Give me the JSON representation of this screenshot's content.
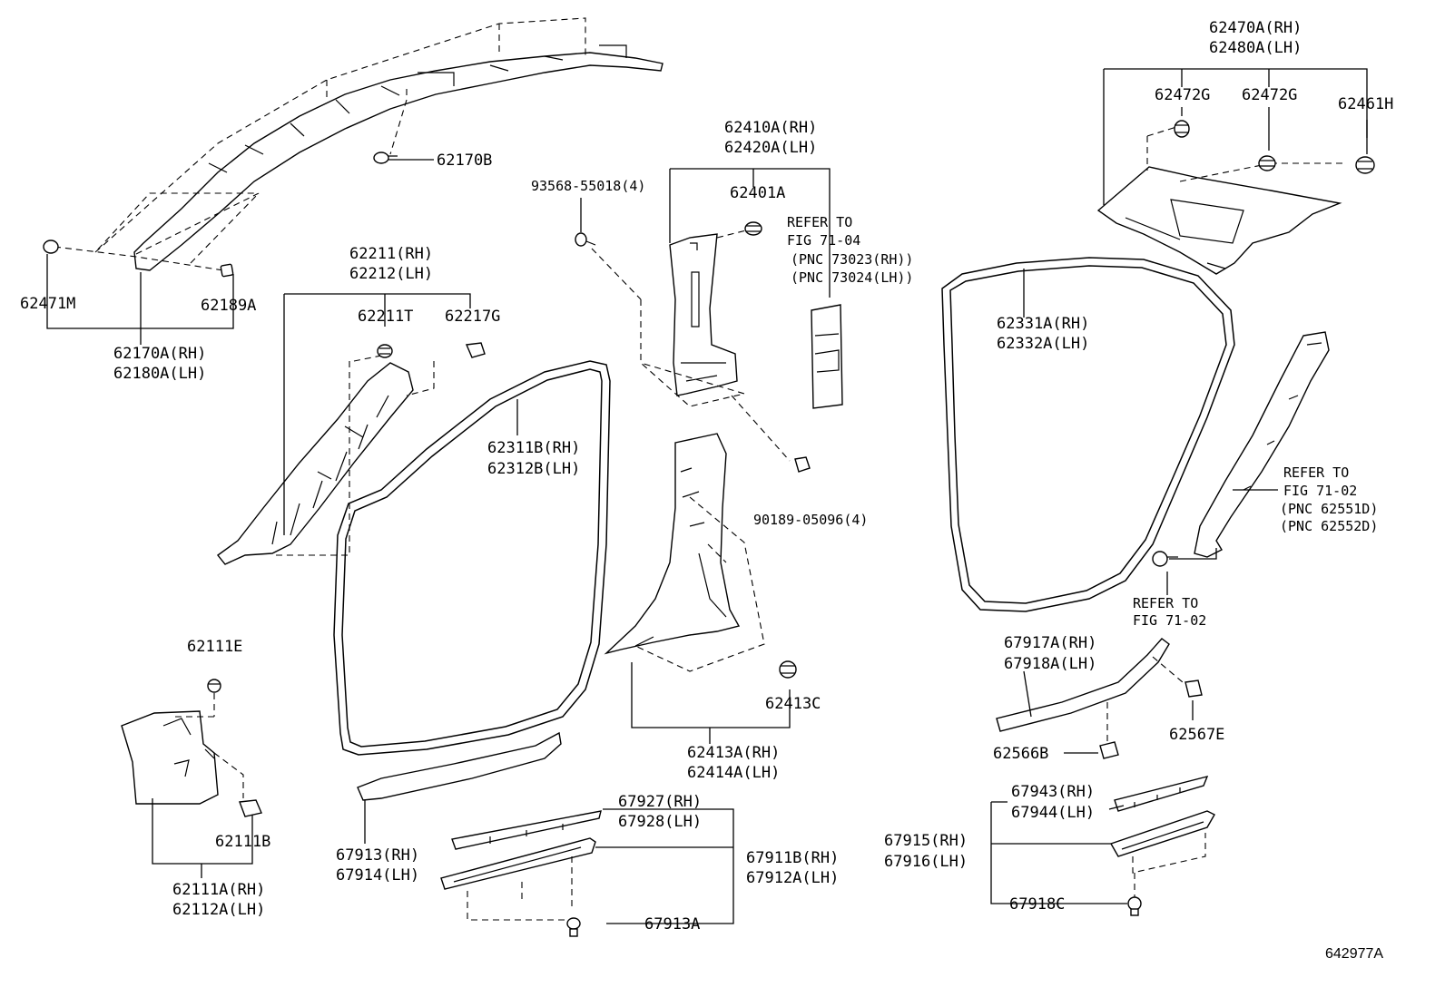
{
  "labels": {
    "l62170A": "62170A(RH)",
    "l62180A": "62180A(LH)",
    "l62471M": "62471M",
    "l62189A": "62189A",
    "l62170B": "62170B",
    "l62211": "62211(RH)",
    "l62212": "62212(LH)",
    "l62211T": "62211T",
    "l62217G": "62217G",
    "l62111E": "62111E",
    "l62111B": "62111B",
    "l62111A": "62111A(RH)",
    "l62112A": "62112A(LH)",
    "l62311B": "62311B(RH)",
    "l62312B": "62312B(LH)",
    "l93568": "93568-55018(4)",
    "l62410A": "62410A(RH)",
    "l62420A": "62420A(LH)",
    "l62401A": "62401A",
    "lReferTo1": "REFER TO",
    "lFig7104": "FIG 71-04",
    "lPnc73023": "(PNC 73023(RH))",
    "lPnc73024": "(PNC 73024(LH))",
    "l90189": "90189-05096(4)",
    "l62413C": "62413C",
    "l62413A": "62413A(RH)",
    "l62414A": "62414A(LH)",
    "l67913": "67913(RH)",
    "l67914": "67914(LH)",
    "l67927": "67927(RH)",
    "l67928": "67928(LH)",
    "l67911B": "67911B(RH)",
    "l67912A": "67912A(LH)",
    "l67913A": "67913A",
    "l62470A": "62470A(RH)",
    "l62480A": "62480A(LH)",
    "l62472G1": "62472G",
    "l62472G2": "62472G",
    "l62461H": "62461H",
    "l62331A": "62331A(RH)",
    "l62332A": "62332A(LH)",
    "lReferTo2": "REFER TO",
    "lFig7102a": "FIG 71-02",
    "lPnc62551D": "(PNC 62551D)",
    "lPnc62552D": "(PNC 62552D)",
    "lReferTo3": "REFER TO",
    "lFig7102b": "FIG 71-02",
    "l67917A": "67917A(RH)",
    "l67918A": "67918A(LH)",
    "l62566B": "62566B",
    "l62567E": "62567E",
    "l67943": "67943(RH)",
    "l67944": "67944(LH)",
    "l67915": "67915(RH)",
    "l67916": "67916(LH)",
    "l67918C": "67918C"
  },
  "figure_number": "642977A"
}
